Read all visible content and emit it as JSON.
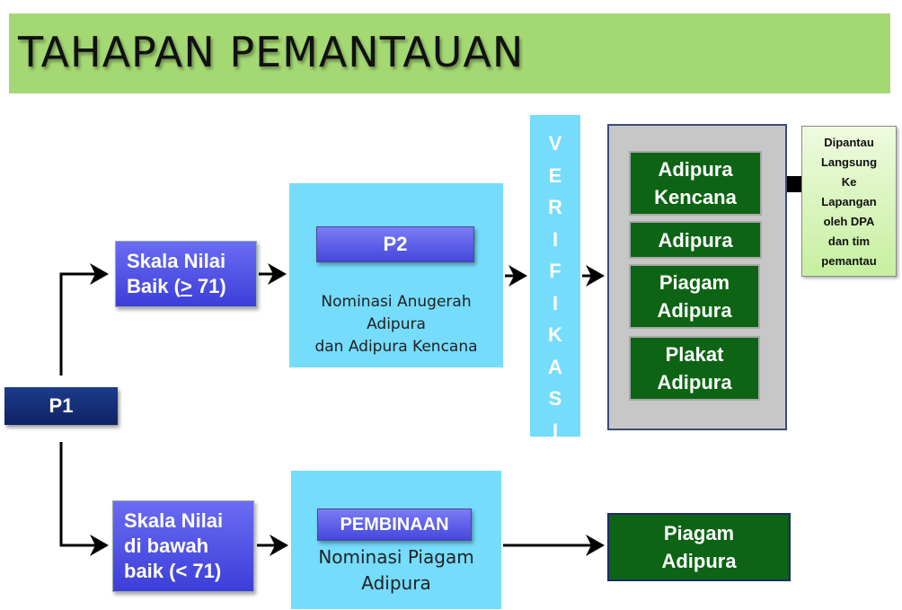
{
  "title": "TAHAPAN PEMANTAUAN",
  "p1": {
    "label": "P1"
  },
  "skala_baik": {
    "line1": "Skala Nilai",
    "line2_prefix": "Baik (",
    "line2_symbol": ">",
    "line2_suffix": " 71)"
  },
  "skala_bawah": {
    "line1": "Skala Nilai",
    "line2": "di bawah",
    "line3": "baik (< 71)"
  },
  "p2_panel": {
    "button": "P2",
    "text_line1": "Nominasi Anugerah",
    "text_line2": "Adipura",
    "text_line3": "dan Adipura Kencana"
  },
  "pembinaan_panel": {
    "button": "PEMBINAAN",
    "text_line1": "Nominasi Piagam",
    "text_line2": "Adipura"
  },
  "verifikasi": [
    "V",
    "E",
    "R",
    "I",
    "F",
    "I",
    "K",
    "A",
    "S",
    "I"
  ],
  "results": {
    "kencana": {
      "line1": "Adipura",
      "line2": "Kencana"
    },
    "adipura": {
      "line1": "Adipura"
    },
    "piagam": {
      "line1": "Piagam",
      "line2": "Adipura"
    },
    "plakat": {
      "line1": "Plakat",
      "line2": "Adipura"
    }
  },
  "bottom_result": {
    "line1": "Piagam",
    "line2": "Adipura"
  },
  "note": {
    "line1": "Dipantau",
    "line2": "Langsung",
    "line3": "Ke",
    "line4": "Lapangan",
    "line5": "oleh DPA",
    "line6": "dan tim",
    "line7": "pemantau"
  },
  "colors": {
    "title_bar": "#a4d873",
    "cyan_panel": "#75dcfb",
    "blue_box": "#4b4de4",
    "navy_box": "#15307a",
    "green_box": "#0d6414",
    "result_panel": "#c7c7c7"
  }
}
